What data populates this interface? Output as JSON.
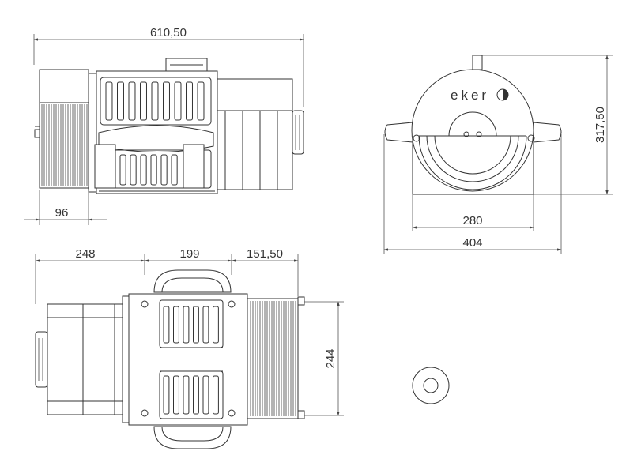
{
  "drawing": {
    "dimensions": {
      "overall_length": "610,50",
      "brake_width": "96",
      "height": "317,50",
      "base_inner_width": "280",
      "base_outer_width": "404",
      "motor_length": "248",
      "center_length": "199",
      "sheave_length": "151,50",
      "sheave_diameter": "244"
    },
    "logo_text": "eker"
  },
  "colors": {
    "line": "#333333",
    "background": "#ffffff"
  }
}
